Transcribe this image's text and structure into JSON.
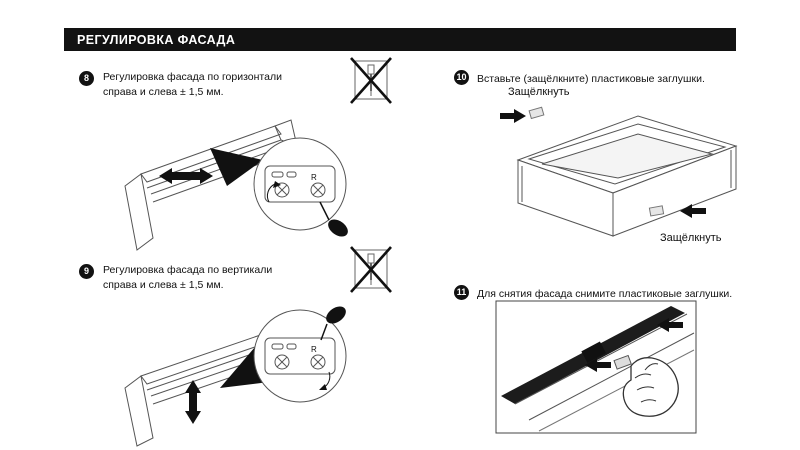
{
  "header": {
    "title": "РЕГУЛИРОВКА ФАСАДА"
  },
  "steps": [
    {
      "num": "8",
      "text": "Регулировка фасада по горизонтали справа и слева ± 1,5 мм."
    },
    {
      "num": "9",
      "text": "Регулировка фасада по вертикали справа и слева ± 1,5 мм."
    },
    {
      "num": "10",
      "text": "Вставьте (защёлкните) пластиковые заглушки."
    },
    {
      "num": "11",
      "text": "Для снятия фасада снимите пластиковые заглушки."
    }
  ],
  "labels": {
    "snap_top": "Защёлкнуть",
    "snap_bottom": "Защёлкнуть",
    "plate_marking": "R"
  },
  "colors": {
    "accent": "#121212",
    "line": "#555555",
    "background": "#ffffff"
  }
}
